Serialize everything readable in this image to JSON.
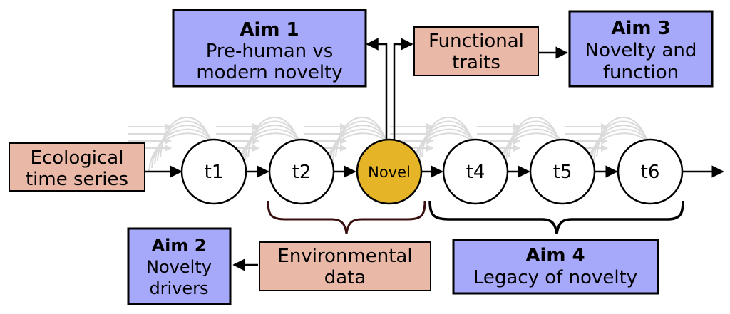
{
  "colors": {
    "aim_fill": "#a6a8fa",
    "data_fill": "#eab8a6",
    "novel_fill": "#e6b427",
    "node_fill": "#ffffff",
    "ghost": "#d0d0d0"
  },
  "aims": {
    "aim1": {
      "title": "Aim 1",
      "line1": "Pre-human vs",
      "line2": "modern novelty"
    },
    "aim2": {
      "title": "Aim 2",
      "line1": "Novelty",
      "line2": "drivers"
    },
    "aim3": {
      "title": "Aim 3",
      "line1": "Novelty and",
      "line2": "function"
    },
    "aim4": {
      "title": "Aim 4",
      "line1": "Legacy of novelty"
    }
  },
  "data_boxes": {
    "ecological": {
      "line1": "Ecological",
      "line2": "time series"
    },
    "functional": {
      "line1": "Functional",
      "line2": "traits"
    },
    "environmental": {
      "line1": "Environmental",
      "line2": "data"
    }
  },
  "nodes": {
    "t1": "t1",
    "t2": "t2",
    "novel": "Novel",
    "t4": "t4",
    "t5": "t5",
    "t6": "t6"
  }
}
